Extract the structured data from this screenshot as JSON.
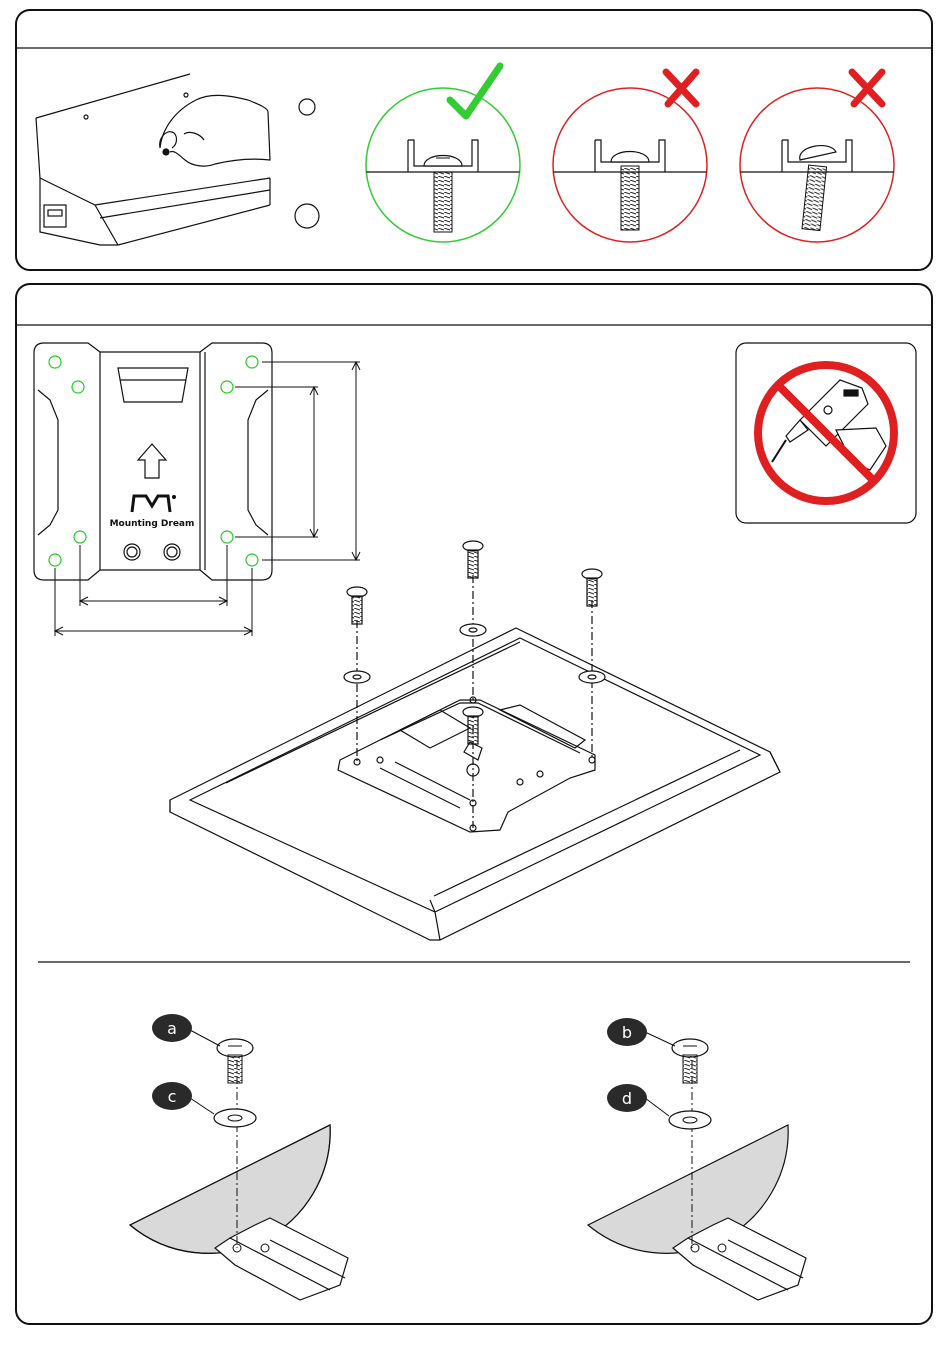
{
  "brand": {
    "logo_text": "Mounting Dream"
  },
  "callouts": [
    "a",
    "b",
    "c",
    "d"
  ],
  "verdicts": {
    "correct": "check-mark",
    "wrong": "cross-mark"
  },
  "colors": {
    "correct": "#33cc33",
    "wrong": "#e02020",
    "hole": "#22cc22",
    "callout": "#2a2a2a",
    "line": "#111111"
  }
}
